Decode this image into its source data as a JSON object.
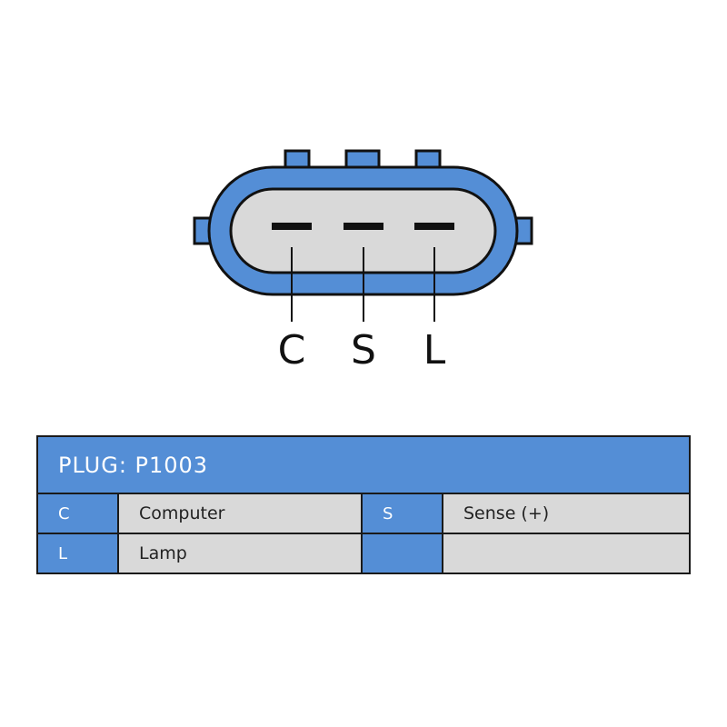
{
  "colors": {
    "accent": "#548ed6",
    "body_fill": "#d9d9d9",
    "outline": "#111111"
  },
  "connector": {
    "pins": [
      {
        "code": "C"
      },
      {
        "code": "S"
      },
      {
        "code": "L"
      }
    ]
  },
  "plug_table": {
    "title": "PLUG: P1003",
    "rows": [
      [
        {
          "code": "C",
          "desc": "Computer"
        },
        {
          "code": "S",
          "desc": "Sense (+)"
        }
      ],
      [
        {
          "code": "L",
          "desc": "Lamp"
        },
        {
          "code": "",
          "desc": ""
        }
      ]
    ]
  }
}
